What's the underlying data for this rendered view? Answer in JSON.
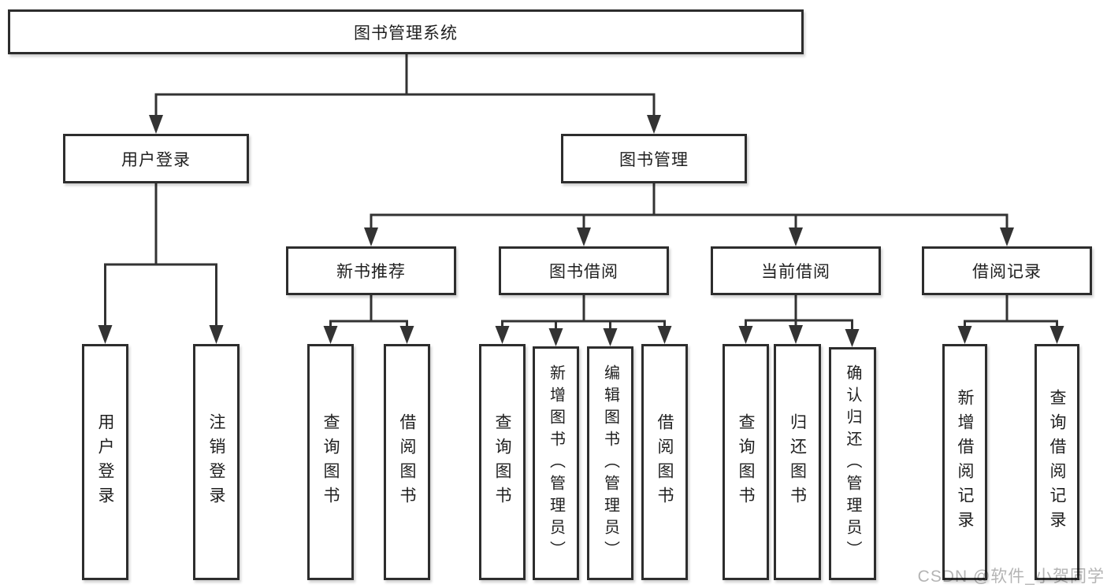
{
  "diagram_title": "图书管理系统",
  "watermark": {
    "text": "CSDN @软件_小贺同学"
  },
  "colors": {
    "line": "#333333",
    "box_border": "#2d2d2d",
    "text": "#1f1f1f",
    "watermark": "#b4b4b4",
    "background": "#ffffff"
  },
  "tree": {
    "label": "图书管理系统",
    "children": [
      {
        "label": "用户登录",
        "children": [
          {
            "label": "用户登录"
          },
          {
            "label": "注销登录"
          }
        ]
      },
      {
        "label": "图书管理",
        "children": [
          {
            "label": "新书推荐",
            "children": [
              {
                "label": "查询图书"
              },
              {
                "label": "借阅图书"
              }
            ]
          },
          {
            "label": "图书借阅",
            "children": [
              {
                "label": "查询图书"
              },
              {
                "label": "新增图书（管理员）"
              },
              {
                "label": "编辑图书（管理员）"
              },
              {
                "label": "借阅图书"
              }
            ]
          },
          {
            "label": "当前借阅",
            "children": [
              {
                "label": "查询图书"
              },
              {
                "label": "归还图书"
              },
              {
                "label": "确认归还（管理员）"
              }
            ]
          },
          {
            "label": "借阅记录",
            "children": [
              {
                "label": "新增借阅记录"
              },
              {
                "label": "查询借阅记录"
              }
            ]
          }
        ]
      }
    ]
  }
}
